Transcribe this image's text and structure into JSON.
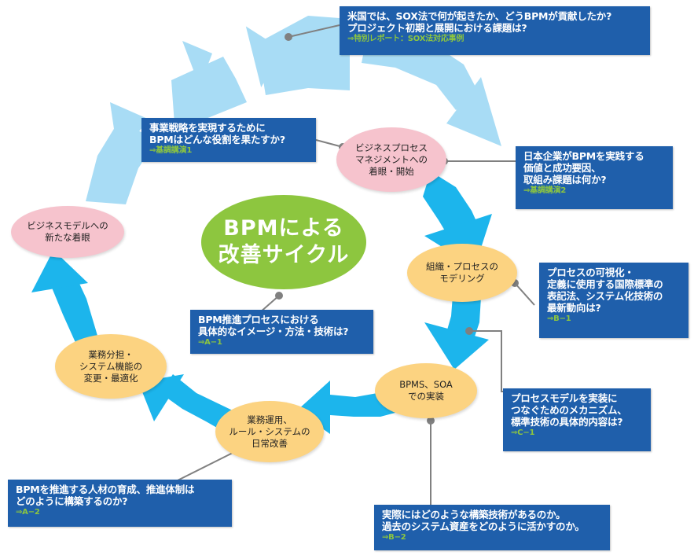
{
  "center": {
    "line1": "BPMによる",
    "line2": "改善サイクル"
  },
  "nodes": {
    "start": [
      "ビジネスプロセス",
      "マネジメントへの",
      "着眼・開始"
    ],
    "modeling": [
      "組織・プロセスの",
      "モデリング"
    ],
    "implementation": [
      "BPMS、SOA",
      "での実装"
    ],
    "operation": [
      "業務運用、",
      "ルール・システムの",
      "日常改善"
    ],
    "optimization": [
      "業務分担・",
      "システム機能の",
      "変更・最適化"
    ],
    "new_model": [
      "ビジネスモデルへの",
      "新たな着眼"
    ]
  },
  "questions": {
    "sox": {
      "lines": [
        "米国では、SOX法で何が起きたか、どうBPMが貢献したか?",
        "プロジェクト初期と展開における課題は?"
      ],
      "ref": "⇒特別レポート：SOX法対応事例"
    },
    "strategy": {
      "lines": [
        "事業戦略を実現するために",
        "BPMはどんな役割を果たすか?"
      ],
      "ref": "⇒基調講演1"
    },
    "japan": {
      "lines": [
        "日本企業がBPMを実践する",
        "価値と成功要因、",
        "取組み課題は何か?"
      ],
      "ref": "⇒基調講演2"
    },
    "visualization": {
      "lines": [
        "プロセスの可視化・",
        "定義に使用する国際標準の",
        "表記法、システム化技術の",
        "最新動向は?"
      ],
      "ref": "⇒B−1"
    },
    "image": {
      "lines": [
        "BPM推進プロセスにおける",
        "具体的なイメージ・方法・技術は?"
      ],
      "ref": "⇒A−1"
    },
    "mechanism": {
      "lines": [
        "プロセスモデルを実装に",
        "つなぐためのメカニズム、",
        "標準技術の具体的内容は?"
      ],
      "ref": "⇒C−1"
    },
    "hr": {
      "lines": [
        "BPMを推進する人材の育成、推進体制は",
        "どのように構築するのか?"
      ],
      "ref": "⇒A−2"
    },
    "tech": {
      "lines": [
        "実際にはどのような構築技術があるのか。",
        "過去のシステム資産をどのように活かすのか。"
      ],
      "ref": "⇒B−2"
    }
  },
  "colors": {
    "box": "#1f5fab",
    "ref": "#8dc63f",
    "arrow_light": "#a8dcf5",
    "arrow_dark": "#1cb5ec",
    "pink": "#f6c3cd",
    "orange": "#fcd381",
    "center": "#8dc63f",
    "leader": "#808080"
  }
}
